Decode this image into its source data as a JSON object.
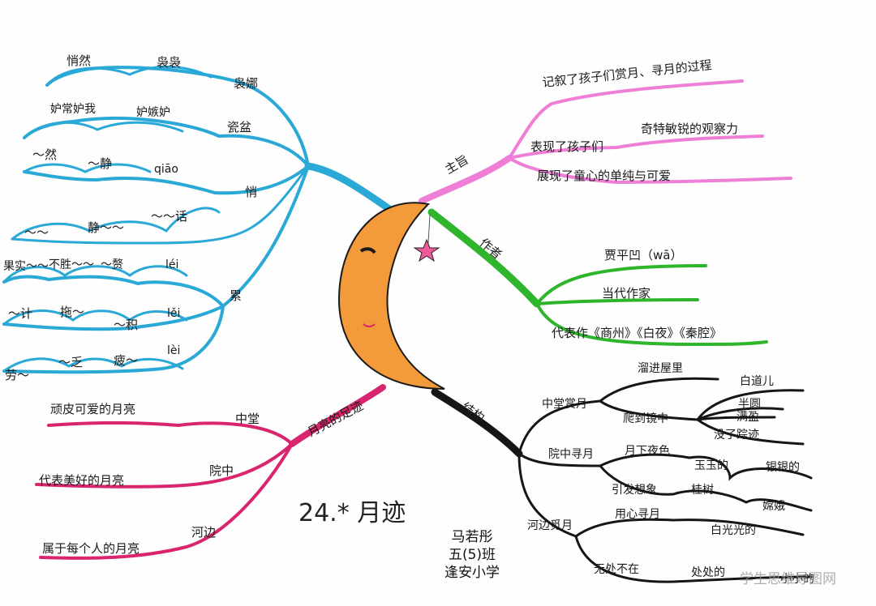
{
  "title": "24.* 月迹",
  "author": {
    "name": "马若彤",
    "class": "五(5)班",
    "school": "逢安小学"
  },
  "watermark": "学生思维导图网",
  "colors": {
    "blue": "#2aa8d6",
    "pink": "#ee7ed6",
    "green": "#2fb52c",
    "black": "#161616",
    "magenta": "#d9246e",
    "moon": "#f39a3a",
    "star": "#ef5a9a"
  },
  "branches": {
    "words": {
      "words": [
        {
          "head": "袅娜",
          "items": [
            "悄然",
            "袅袅"
          ]
        },
        {
          "head": "瓷盆",
          "items": [
            "妒常妒我",
            "妒嫉妒"
          ]
        },
        {
          "head": "悄",
          "items": [
            "～然",
            "～静",
            "qiāo"
          ]
        },
        {
          "head": "",
          "items": [
            "～～",
            "静～～",
            "～～话"
          ]
        },
        {
          "head": "累",
          "items": [
            "果实～～",
            "不胜～～",
            "～赘",
            "léi"
          ]
        },
        {
          "head": "",
          "items": [
            "～计",
            "拖～",
            "～积",
            "lěi"
          ]
        },
        {
          "head": "",
          "items": [
            "劳～",
            "～乏",
            "疲～",
            "lèi"
          ]
        }
      ]
    },
    "theme": {
      "label": "主旨",
      "items": [
        "记叙了孩子们赏月、寻月的过程",
        "表现了孩子们",
        "奇特敏锐的观察力",
        "展现了童心的单纯与可爱"
      ]
    },
    "author": {
      "label": "作者",
      "items": [
        "贾平凹（wā）",
        "当代作家",
        "代表作《商州》《白夜》《秦腔》"
      ]
    },
    "moonplaces": {
      "label": "月亮的足迹",
      "items": [
        "中堂",
        "顽皮可爱的月亮",
        "院中",
        "代表美好的月亮",
        "河边",
        "属于每个人的月亮"
      ]
    },
    "structure": {
      "label": "结构",
      "items": [
        "中堂赏月",
        "溜进屋里",
        "白道儿",
        "爬到镜中",
        "半圆",
        "满盈",
        "没了踪迹",
        "院中寻月",
        "月下夜色",
        "玉玉的",
        "银银的",
        "引发想象",
        "桂树",
        "嫦娥",
        "河边觅月",
        "用心寻月",
        "白光光的",
        "无处不在",
        "处处的",
        "小小的"
      ]
    }
  }
}
